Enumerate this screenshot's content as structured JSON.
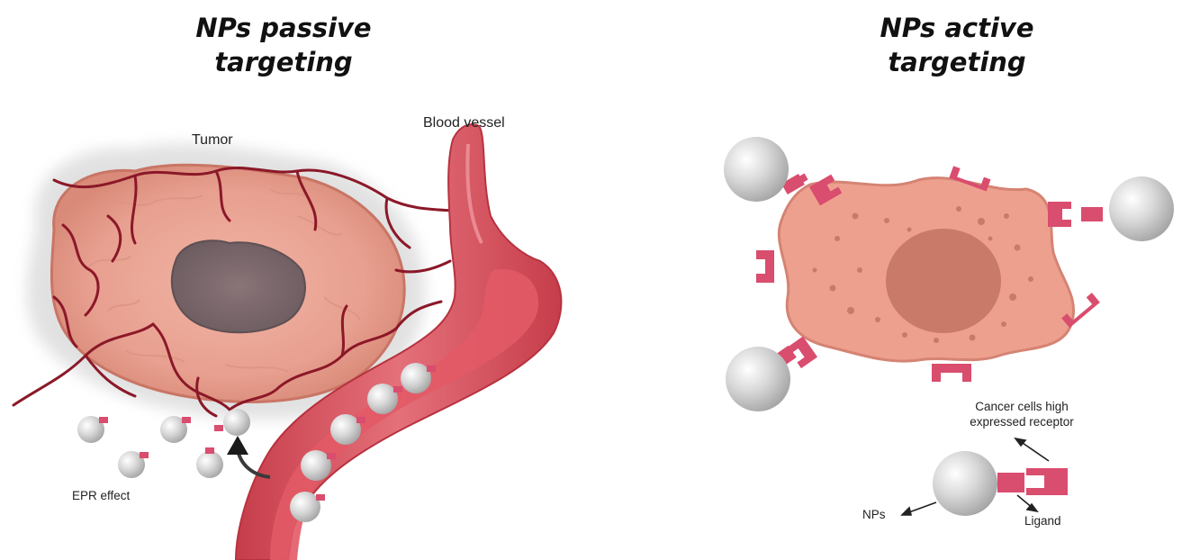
{
  "passive": {
    "title_line1": "NPs passive",
    "title_line2": "targeting",
    "tumor_label": "Tumor",
    "vessel_label": "Blood vessel",
    "epr_label": "EPR effect"
  },
  "active": {
    "title_line1": "NPs active",
    "title_line2": "targeting",
    "receptor_label_line1": "Cancer cells high",
    "receptor_label_line2": "expressed receptor",
    "nps_label": "NPs",
    "ligand_label": "Ligand"
  },
  "colors": {
    "vessel": "#d9545f",
    "tumor": "#e7a090",
    "necrotic_core": "#7d6a6e",
    "cell": "#eea08e",
    "nucleus": "#c97a68",
    "receptor": "#d94d6e",
    "nanoparticle": "#c8c8c8"
  }
}
